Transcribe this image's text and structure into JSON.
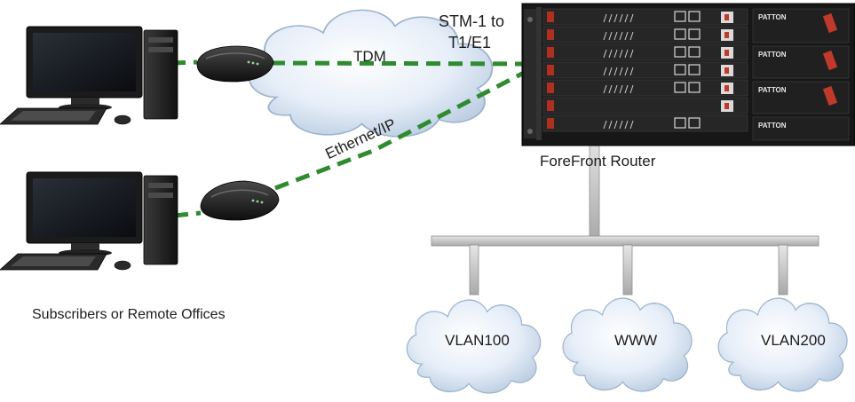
{
  "labels": {
    "tdm": "TDM",
    "stm_line1": "STM-1 to",
    "stm_line2": "T1/E1",
    "ethernet_ip": "Ethernet/IP",
    "router": "ForeFront Router",
    "subscribers": "Subscribers or Remote Offices",
    "vlan100": "VLAN100",
    "www": "WWW",
    "vlan200": "VLAN200"
  },
  "router_panel_brand": "PATTON",
  "colors": {
    "link_dashed": "#2e8b2e",
    "cloud_fill": "#dde9f6",
    "cloud_edge": "#9ab2cc",
    "bus": "#c8c8c8",
    "router_body": "#1f1f1f",
    "status_led": "#c0392b"
  },
  "icons": [
    "desktop-computer-icon",
    "modem-icon",
    "cloud-icon",
    "rack-router-icon"
  ]
}
